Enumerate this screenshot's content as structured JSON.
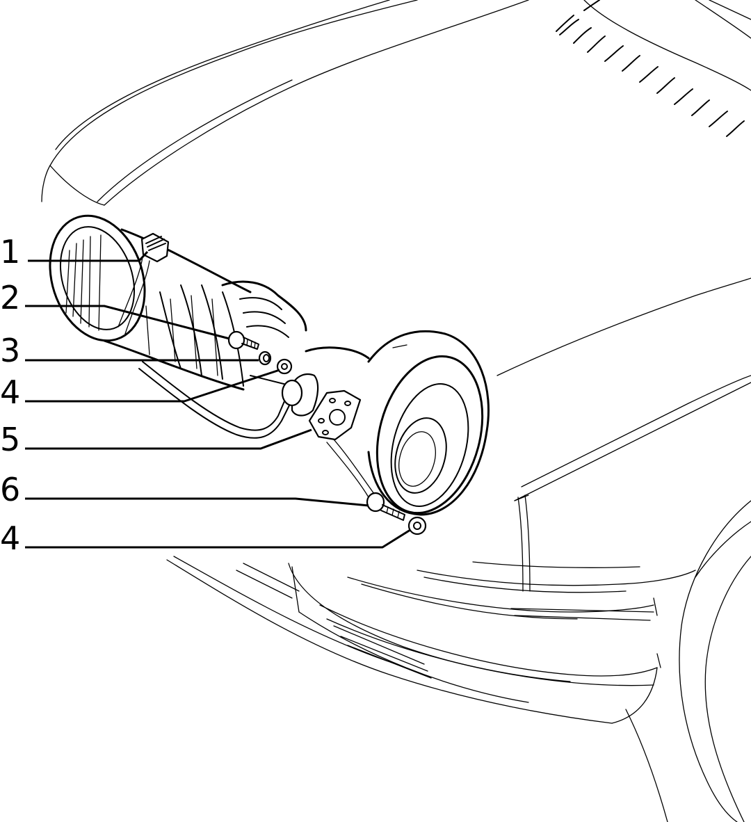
{
  "diagram": {
    "callouts": [
      {
        "id": "callout-1",
        "label": "1"
      },
      {
        "id": "callout-2",
        "label": "2"
      },
      {
        "id": "callout-3",
        "label": "3"
      },
      {
        "id": "callout-4a",
        "label": "4"
      },
      {
        "id": "callout-5",
        "label": "5"
      },
      {
        "id": "callout-6",
        "label": "6"
      },
      {
        "id": "callout-4b",
        "label": "4"
      }
    ],
    "line_color": "#000000",
    "background_color": "#ffffff"
  }
}
